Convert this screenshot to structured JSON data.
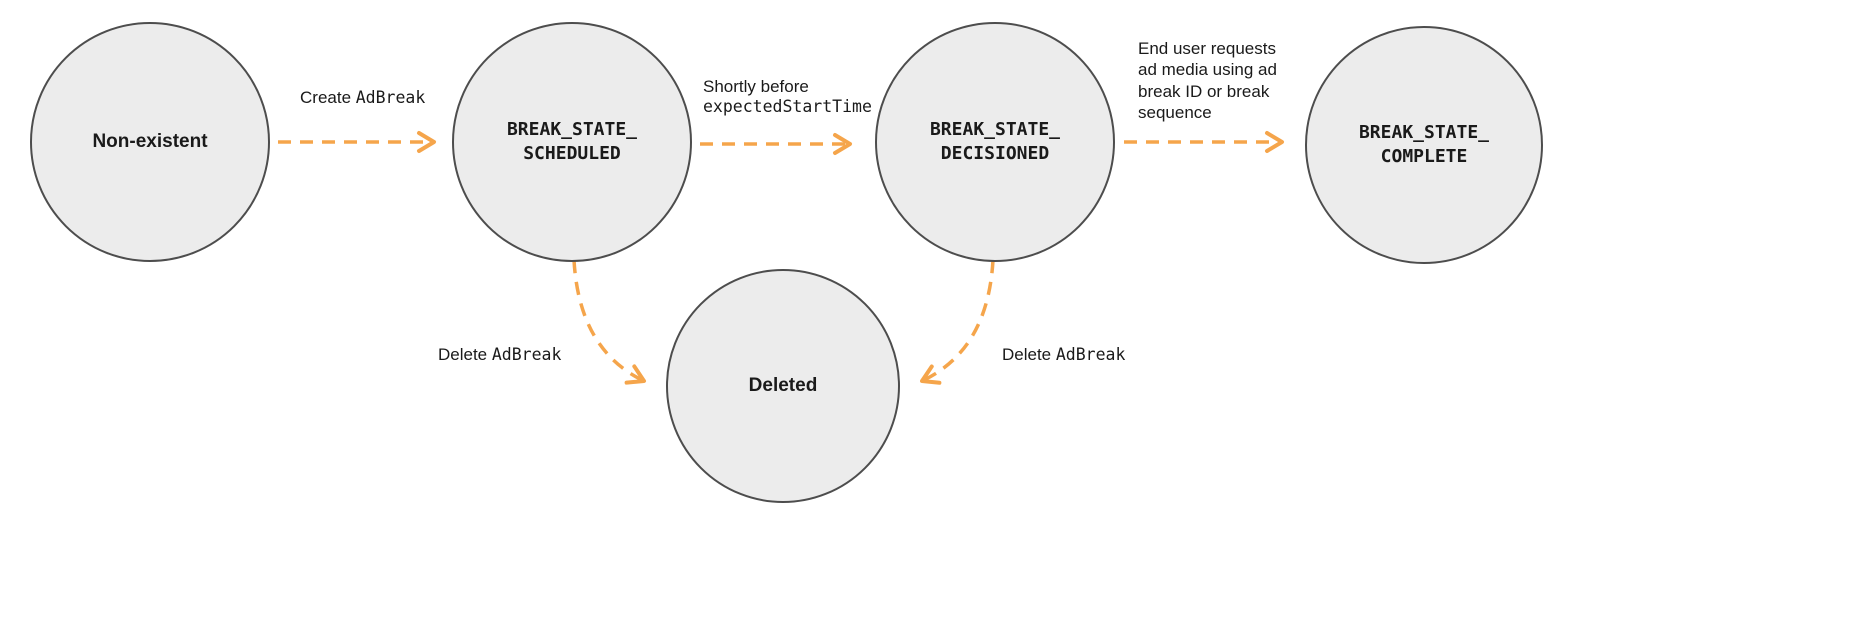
{
  "colors": {
    "arrow": "#F5A54B",
    "node_fill": "#ECECEC",
    "node_border": "#4D4D4D",
    "text": "#1A1A1A"
  },
  "states": {
    "non_existent": {
      "label": "Non-existent"
    },
    "scheduled": {
      "line1": "BREAK_STATE_",
      "line2": "SCHEDULED"
    },
    "decisioned": {
      "line1": "BREAK_STATE_",
      "line2": "DECISIONED"
    },
    "complete": {
      "line1": "BREAK_STATE_",
      "line2": "COMPLETE"
    },
    "deleted": {
      "label": "Deleted"
    }
  },
  "edges": {
    "create": {
      "plain": "Create ",
      "code": "AdBreak"
    },
    "decision": {
      "plain": "Shortly before",
      "code": "expectedStartTime"
    },
    "complete": {
      "line1": "End user requests",
      "line2": "ad media using ad",
      "line3": "break ID or break",
      "line4": "sequence"
    },
    "delete_scheduled": {
      "plain": "Delete ",
      "code": "AdBreak"
    },
    "delete_decisioned": {
      "plain": "Delete ",
      "code": "AdBreak"
    }
  }
}
